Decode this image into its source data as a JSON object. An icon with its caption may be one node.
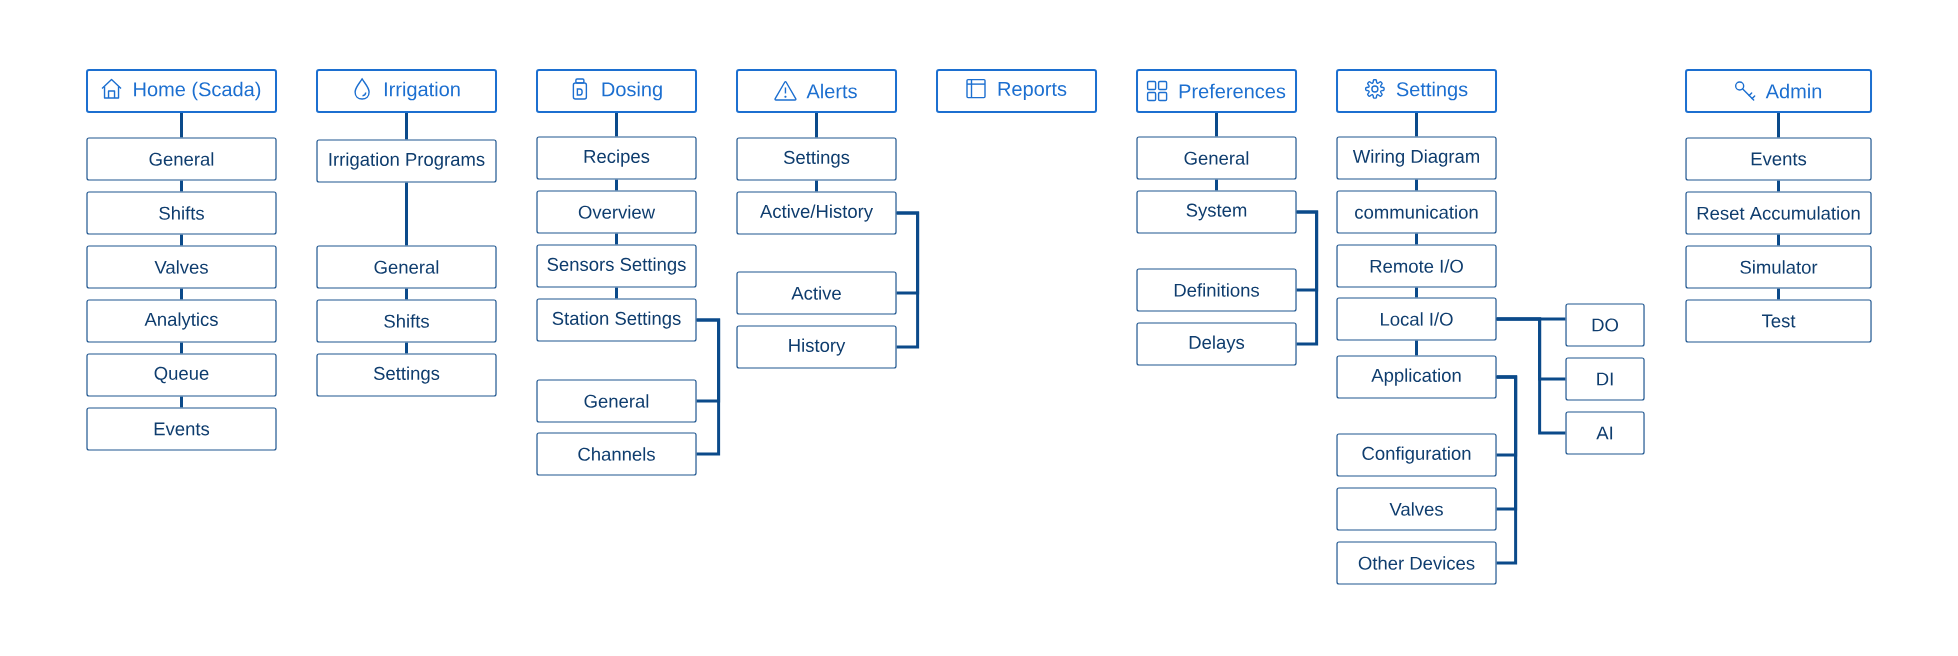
{
  "diagram": {
    "nodes": [
      {
        "text": [
          "Home (Scada)"
        ]
      },
      {
        "text": [
          "General"
        ]
      },
      {
        "text": [
          "Shifts"
        ]
      },
      {
        "text": [
          "Valves"
        ]
      },
      {
        "text": [
          "Analytics"
        ]
      },
      {
        "text": [
          "Queue"
        ]
      },
      {
        "text": [
          "Events"
        ]
      },
      {
        "text": [
          "Irrigation"
        ]
      },
      {
        "text": [
          "Irrigation Programs"
        ]
      },
      {
        "text": [
          "General"
        ]
      },
      {
        "text": [
          "Shifts"
        ]
      },
      {
        "text": [
          "Settings"
        ]
      },
      {
        "text": [
          "Dosing"
        ]
      },
      {
        "text": [
          "Recipes"
        ]
      },
      {
        "text": [
          "Overview"
        ]
      },
      {
        "text": [
          "Sensors Settings"
        ]
      },
      {
        "text": [
          "Station Settings"
        ]
      },
      {
        "text": [
          "General"
        ]
      },
      {
        "text": [
          "Channels"
        ]
      },
      {
        "text": [
          "Alerts"
        ]
      },
      {
        "text": [
          "Settings"
        ]
      },
      {
        "text": [
          "Active/History"
        ]
      },
      {
        "text": [
          "Active"
        ]
      },
      {
        "text": [
          "History"
        ]
      },
      {
        "text": [
          "Reports"
        ]
      },
      {
        "text": [
          "Preferences"
        ]
      },
      {
        "text": [
          "General"
        ]
      },
      {
        "text": [
          "System"
        ]
      },
      {
        "text": [
          "Definitions"
        ]
      },
      {
        "text": [
          "Delays"
        ]
      },
      {
        "text": [
          "Settings"
        ]
      },
      {
        "text": [
          "Wiring Diagram"
        ]
      },
      {
        "text": [
          "communication"
        ]
      },
      {
        "text": [
          "Remote I/O"
        ]
      },
      {
        "text": [
          "Local I/O"
        ]
      },
      {
        "text": [
          "Application"
        ]
      },
      {
        "text": [
          "Configuration"
        ]
      },
      {
        "text": [
          "Valves"
        ]
      },
      {
        "text": [
          "Other Devices"
        ]
      },
      {
        "text": [
          "DO"
        ]
      },
      {
        "text": [
          "DI"
        ]
      },
      {
        "text": [
          "AI"
        ]
      },
      {
        "text": [
          "Admin"
        ]
      },
      {
        "text": [
          "Events"
        ]
      },
      {
        "text": [
          "Reset Accumulation"
        ]
      },
      {
        "text": [
          "Simulator"
        ]
      },
      {
        "text": [
          "Test"
        ]
      }
    ],
    "edges": [
      {
        "from": 0,
        "to": 1,
        "arrow": "none"
      },
      {
        "from": 1,
        "to": 2,
        "arrow": "none"
      },
      {
        "from": 2,
        "to": 3,
        "arrow": "none"
      },
      {
        "from": 3,
        "to": 4,
        "arrow": "none"
      },
      {
        "from": 4,
        "to": 5,
        "arrow": "none"
      },
      {
        "from": 5,
        "to": 6,
        "arrow": "none"
      },
      {
        "from": 7,
        "to": 8,
        "arrow": "none"
      },
      {
        "from": 8,
        "to": 9,
        "arrow": "none"
      },
      {
        "from": 9,
        "to": 10,
        "arrow": "none"
      },
      {
        "from": 10,
        "to": 11,
        "arrow": "none"
      },
      {
        "from": 12,
        "to": 13,
        "arrow": "none"
      },
      {
        "from": 13,
        "to": 14,
        "arrow": "none"
      },
      {
        "from": 14,
        "to": 15,
        "arrow": "none"
      },
      {
        "from": 15,
        "to": 16,
        "arrow": "none"
      },
      {
        "from": 16,
        "to": 17,
        "arrow": "none"
      },
      {
        "from": 16,
        "to": 18,
        "arrow": "none"
      },
      {
        "from": 19,
        "to": 20,
        "arrow": "none"
      },
      {
        "from": 20,
        "to": 21,
        "arrow": "none"
      },
      {
        "from": 21,
        "to": 22,
        "arrow": "none"
      },
      {
        "from": 21,
        "to": 23,
        "arrow": "none"
      },
      {
        "from": 25,
        "to": 26,
        "arrow": "none"
      },
      {
        "from": 26,
        "to": 27,
        "arrow": "none"
      },
      {
        "from": 27,
        "to": 28,
        "arrow": "none"
      },
      {
        "from": 27,
        "to": 29,
        "arrow": "none"
      },
      {
        "from": 30,
        "to": 31,
        "arrow": "none"
      },
      {
        "from": 31,
        "to": 32,
        "arrow": "none"
      },
      {
        "from": 32,
        "to": 33,
        "arrow": "none"
      },
      {
        "from": 33,
        "to": 34,
        "arrow": "none"
      },
      {
        "from": 34,
        "to": 35,
        "arrow": "none"
      },
      {
        "from": 34,
        "to": 39,
        "arrow": "none"
      },
      {
        "from": 34,
        "to": 40,
        "arrow": "none"
      },
      {
        "from": 34,
        "to": 41,
        "arrow": "none"
      },
      {
        "from": 35,
        "to": 36,
        "arrow": "none"
      },
      {
        "from": 35,
        "to": 37,
        "arrow": "none"
      },
      {
        "from": 35,
        "to": 38,
        "arrow": "none"
      },
      {
        "from": 42,
        "to": 43,
        "arrow": "none"
      },
      {
        "from": 43,
        "to": 44,
        "arrow": "none"
      },
      {
        "from": 44,
        "to": 45,
        "arrow": "none"
      },
      {
        "from": 45,
        "to": 46,
        "arrow": "none"
      }
    ]
  }
}
